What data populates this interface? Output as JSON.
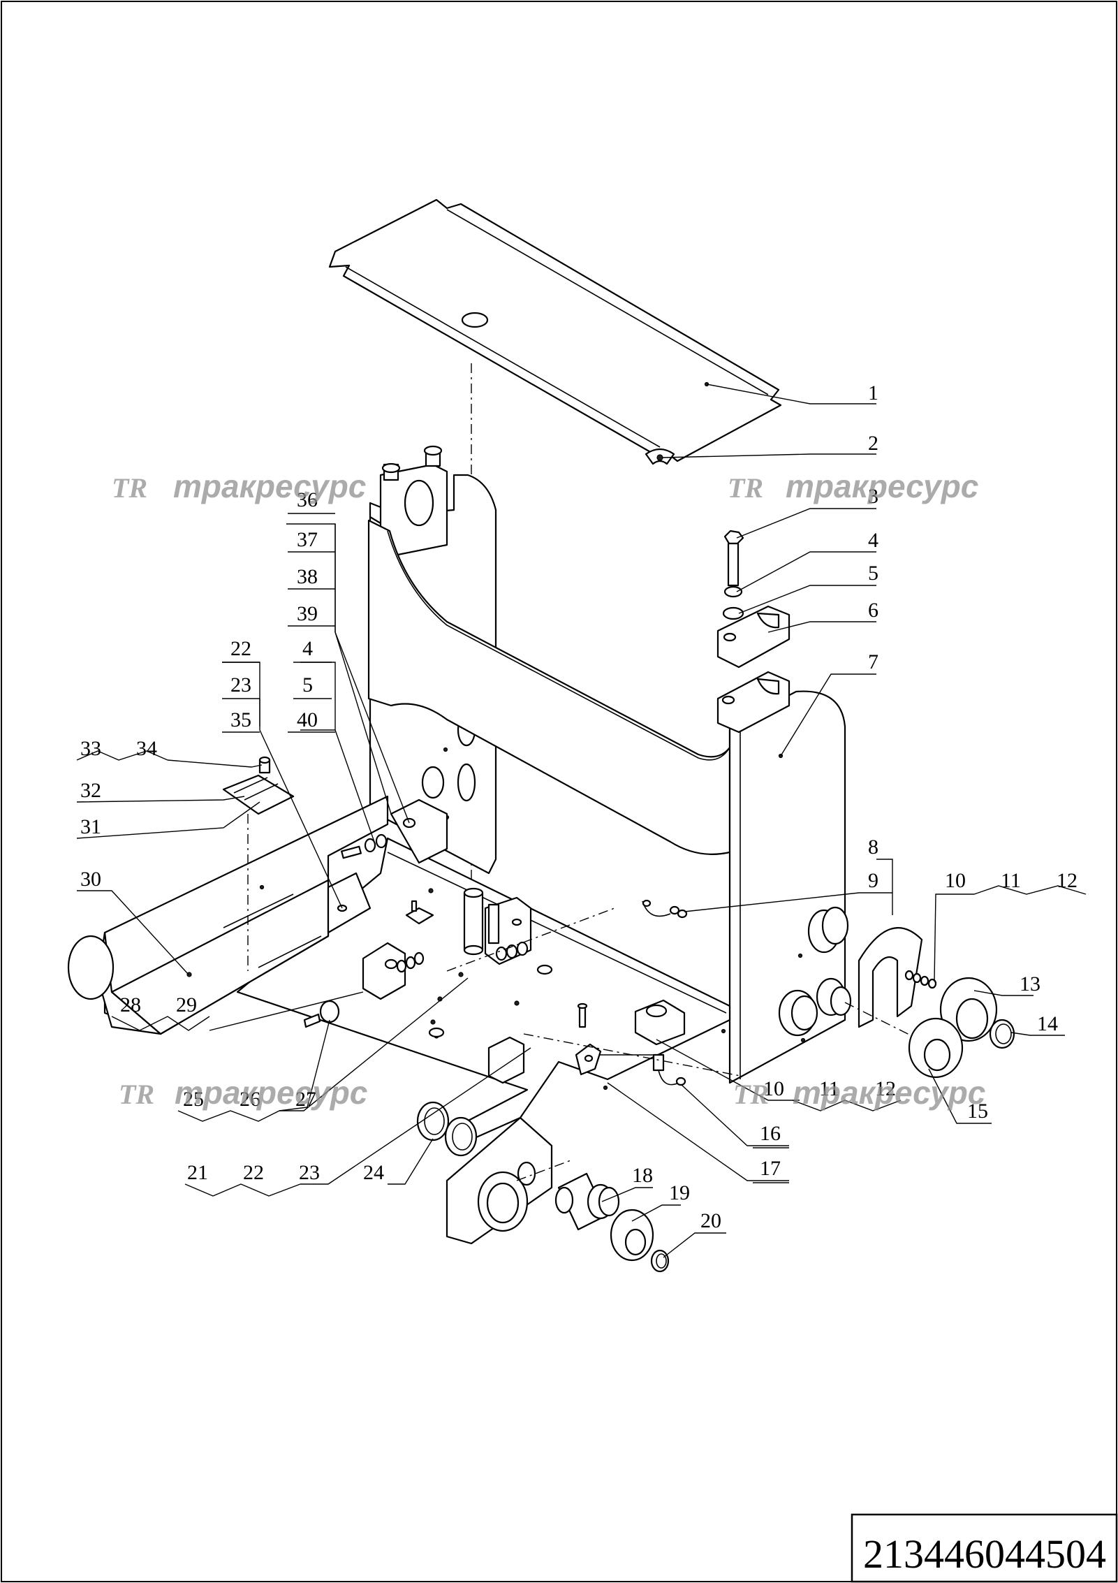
{
  "drawing": {
    "document_number": "213446044504",
    "watermark": {
      "logo_text": "TR",
      "brand_text": "тракресурс"
    },
    "callouts": [
      {
        "id": "c1",
        "text": "1"
      },
      {
        "id": "c2",
        "text": "2"
      },
      {
        "id": "c3",
        "text": "3"
      },
      {
        "id": "c4",
        "text": "4"
      },
      {
        "id": "c5",
        "text": "5"
      },
      {
        "id": "c6",
        "text": "6"
      },
      {
        "id": "c7",
        "text": "7"
      },
      {
        "id": "c8",
        "text": "8"
      },
      {
        "id": "c9",
        "text": "9"
      },
      {
        "id": "c10a",
        "text": "10"
      },
      {
        "id": "c11a",
        "text": "11"
      },
      {
        "id": "c12a",
        "text": "12"
      },
      {
        "id": "c13",
        "text": "13"
      },
      {
        "id": "c14",
        "text": "14"
      },
      {
        "id": "c10b",
        "text": "10"
      },
      {
        "id": "c11b",
        "text": "11"
      },
      {
        "id": "c12b",
        "text": "12"
      },
      {
        "id": "c15",
        "text": "15"
      },
      {
        "id": "c16",
        "text": "16"
      },
      {
        "id": "c17",
        "text": "17"
      },
      {
        "id": "c18",
        "text": "18"
      },
      {
        "id": "c19",
        "text": "19"
      },
      {
        "id": "c20",
        "text": "20"
      },
      {
        "id": "c21",
        "text": "21"
      },
      {
        "id": "c22b",
        "text": "22"
      },
      {
        "id": "c23b",
        "text": "23"
      },
      {
        "id": "c24",
        "text": "24"
      },
      {
        "id": "c25",
        "text": "25"
      },
      {
        "id": "c26",
        "text": "26"
      },
      {
        "id": "c27",
        "text": "27"
      },
      {
        "id": "c28",
        "text": "28"
      },
      {
        "id": "c29",
        "text": "29"
      },
      {
        "id": "c30",
        "text": "30"
      },
      {
        "id": "c31",
        "text": "31"
      },
      {
        "id": "c32",
        "text": "32"
      },
      {
        "id": "c33",
        "text": "33"
      },
      {
        "id": "c34",
        "text": "34"
      },
      {
        "id": "c22a",
        "text": "22"
      },
      {
        "id": "c23a",
        "text": "23"
      },
      {
        "id": "c35",
        "text": "35"
      },
      {
        "id": "c4b",
        "text": "4"
      },
      {
        "id": "c5b",
        "text": "5"
      },
      {
        "id": "c40",
        "text": "40"
      },
      {
        "id": "c36",
        "text": "36"
      },
      {
        "id": "c37",
        "text": "37"
      },
      {
        "id": "c38",
        "text": "38"
      },
      {
        "id": "c39",
        "text": "39"
      }
    ]
  }
}
